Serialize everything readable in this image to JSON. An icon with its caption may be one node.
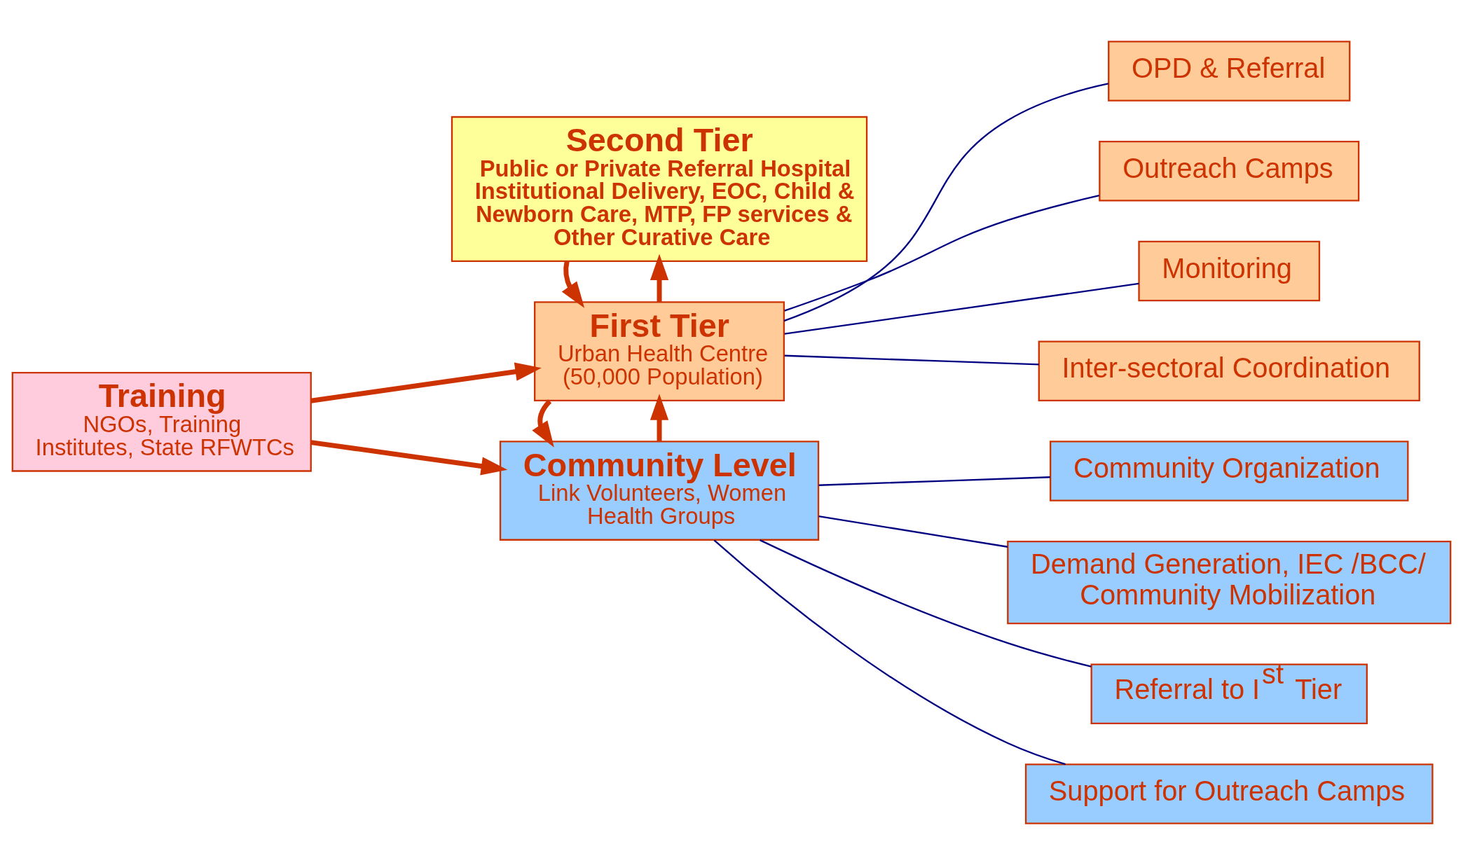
{
  "diagram": {
    "nodes": [
      {
        "text": [
          "Second Tier",
          "Public or Private Referral Hospital Institutional Delivery, EOC, Child & Newborn Care, MTP, FP services & Other Curative Care"
        ]
      },
      {
        "text": [
          "First Tier",
          "Urban Health Centre (50,000 Population)"
        ]
      },
      {
        "text": [
          "Community Level",
          "Link Volunteers, Women Health Groups"
        ]
      },
      {
        "text": [
          "Training",
          "NGOs, Training Institutes, State RFWTCs"
        ]
      },
      {
        "text": [
          "OPD & Referral"
        ]
      },
      {
        "text": [
          "Outreach Camps"
        ]
      },
      {
        "text": [
          "Monitoring"
        ]
      },
      {
        "text": [
          "Inter-sectoral Coordination"
        ]
      },
      {
        "text": [
          "Community Organization"
        ]
      },
      {
        "text": [
          "Demand Generation, IEC /BCC/ Community Mobilization"
        ]
      },
      {
        "text": [
          "Referral to I$^{st}$ Tier"
        ]
      },
      {
        "text": [
          "Support for Outreach Camps"
        ]
      }
    ],
    "edges": [
      {
        "from": 1,
        "to": 0,
        "arrow": "to",
        "style": "thick",
        "color": "#cc3300"
      },
      {
        "from": 0,
        "to": 1,
        "arrow": "to",
        "style": "thick",
        "color": "#cc3300"
      },
      {
        "from": 2,
        "to": 1,
        "arrow": "to",
        "style": "thick",
        "color": "#cc3300"
      },
      {
        "from": 1,
        "to": 2,
        "arrow": "to",
        "style": "thick",
        "color": "#cc3300"
      },
      {
        "from": 3,
        "to": 1,
        "arrow": "to",
        "style": "thick",
        "color": "#cc3300"
      },
      {
        "from": 3,
        "to": 2,
        "arrow": "to",
        "style": "thick",
        "color": "#cc3300"
      },
      {
        "from": 1,
        "to": 4,
        "arrow": "none",
        "color": "#000080"
      },
      {
        "from": 1,
        "to": 5,
        "arrow": "none",
        "color": "#000080"
      },
      {
        "from": 1,
        "to": 6,
        "arrow": "none",
        "color": "#000080"
      },
      {
        "from": 1,
        "to": 7,
        "arrow": "none",
        "color": "#000080"
      },
      {
        "from": 2,
        "to": 8,
        "arrow": "none",
        "color": "#000080"
      },
      {
        "from": 2,
        "to": 9,
        "arrow": "none",
        "color": "#000080"
      },
      {
        "from": 2,
        "to": 10,
        "arrow": "none",
        "color": "#000080"
      },
      {
        "from": 2,
        "to": 11,
        "arrow": "none",
        "color": "#000080"
      }
    ]
  }
}
